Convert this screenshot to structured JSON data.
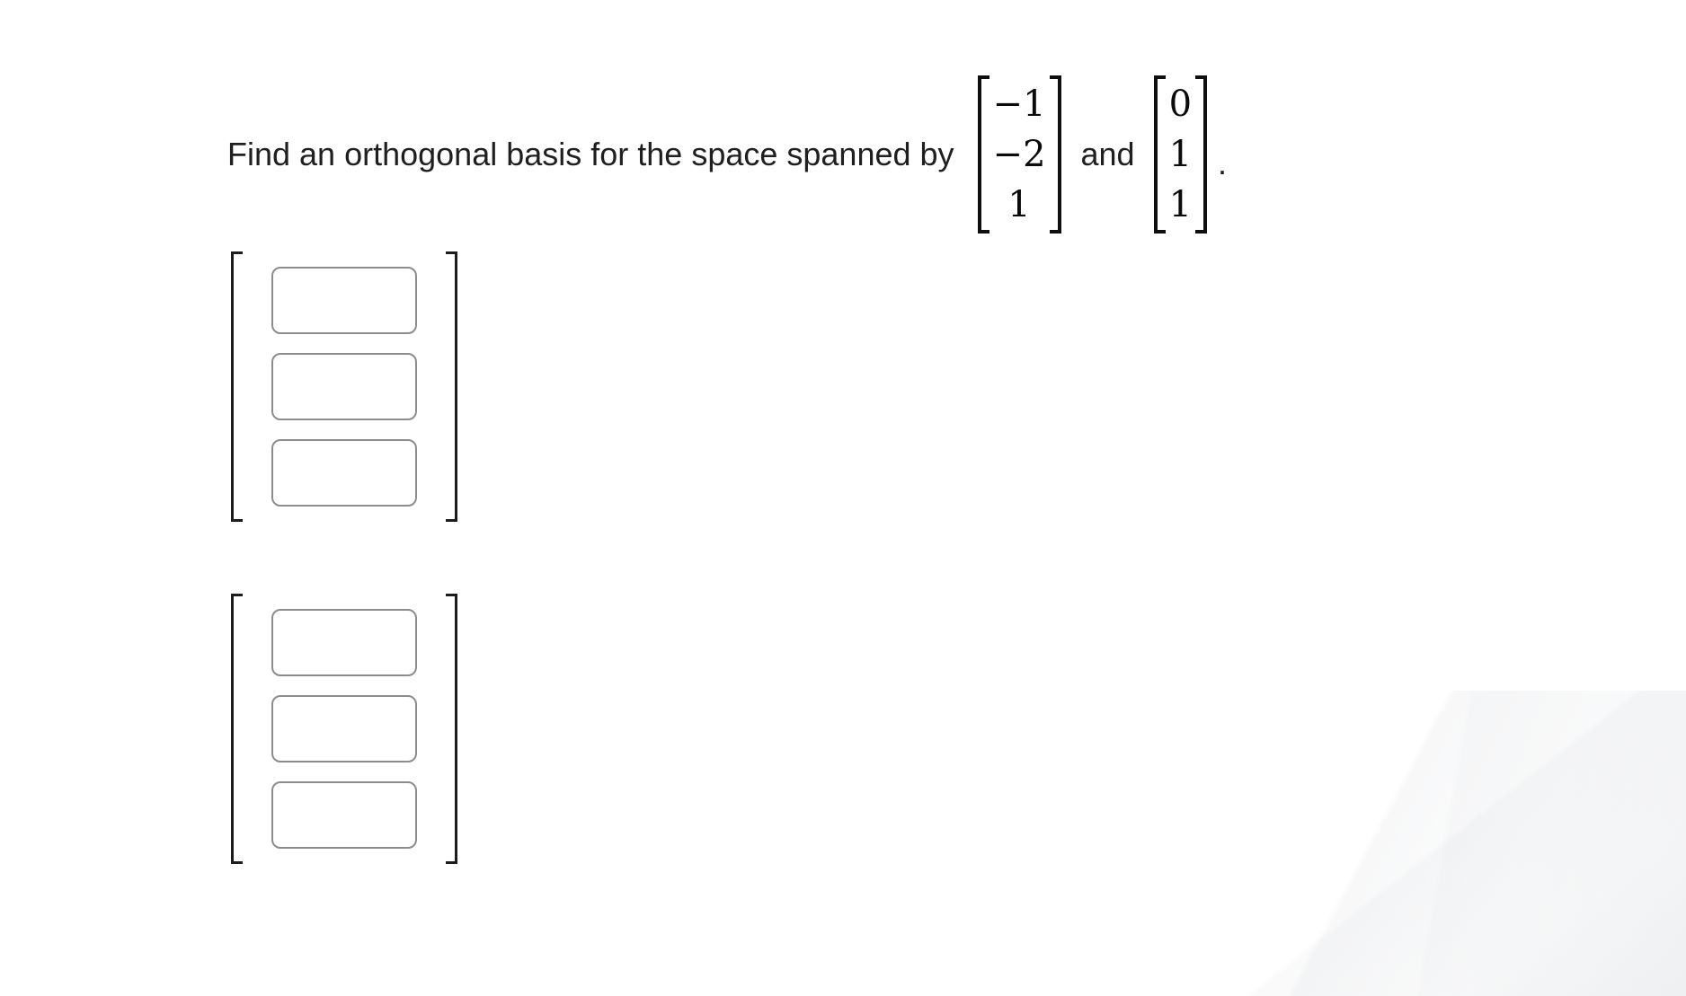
{
  "problem": {
    "prompt_before": "Find an orthogonal basis for the space spanned by",
    "conjunction": "and",
    "period": ".",
    "vector1": {
      "rows": [
        "−1",
        "−2",
        "1"
      ]
    },
    "vector2": {
      "rows": [
        "0",
        "1",
        "1"
      ]
    }
  },
  "answer": {
    "vectors": [
      {
        "entries": [
          "",
          "",
          ""
        ]
      },
      {
        "entries": [
          "",
          "",
          ""
        ]
      }
    ]
  },
  "colors": {
    "background": "#ffffff",
    "text": "#1f1f1f",
    "matrix_bracket": "#0f0f0f",
    "answer_bracket": "#1c1c1c",
    "input_border": "#8c8c8c"
  }
}
